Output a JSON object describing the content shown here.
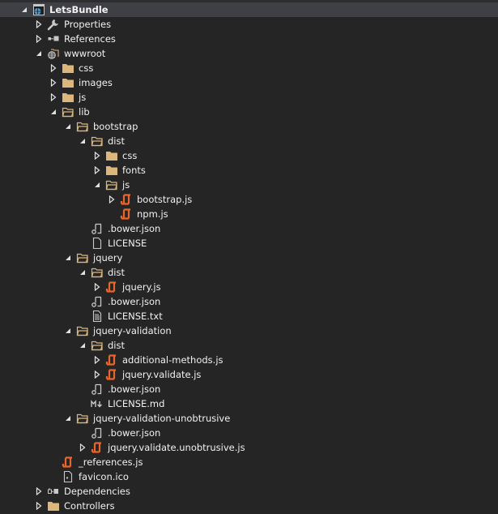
{
  "colors": {
    "background": "#252526",
    "selected_row": "#3f3f46",
    "text": "#f1f1f1",
    "folder": "#dcb67a",
    "js_file": "#e8652e",
    "project_globe": "#3ba3e3",
    "expander": "#e0e0e0",
    "file_outline": "#c8c8c8"
  },
  "tree": [
    {
      "label": "LetsBundle",
      "depth": 0,
      "expander": "expanded",
      "icon": "project-web-icon",
      "selected": true
    },
    {
      "label": "Properties",
      "depth": 1,
      "expander": "collapsed",
      "icon": "wrench-icon"
    },
    {
      "label": "References",
      "depth": 1,
      "expander": "collapsed",
      "icon": "references-icon"
    },
    {
      "label": "wwwroot",
      "depth": 1,
      "expander": "expanded",
      "icon": "web-folder-icon"
    },
    {
      "label": "css",
      "depth": 2,
      "expander": "collapsed",
      "icon": "folder-icon"
    },
    {
      "label": "images",
      "depth": 2,
      "expander": "collapsed",
      "icon": "folder-icon"
    },
    {
      "label": "js",
      "depth": 2,
      "expander": "collapsed",
      "icon": "folder-icon"
    },
    {
      "label": "lib",
      "depth": 2,
      "expander": "expanded",
      "icon": "folder-open-icon"
    },
    {
      "label": "bootstrap",
      "depth": 3,
      "expander": "expanded",
      "icon": "folder-open-icon"
    },
    {
      "label": "dist",
      "depth": 4,
      "expander": "expanded",
      "icon": "folder-open-icon"
    },
    {
      "label": "css",
      "depth": 5,
      "expander": "collapsed",
      "icon": "folder-icon"
    },
    {
      "label": "fonts",
      "depth": 5,
      "expander": "collapsed",
      "icon": "folder-icon"
    },
    {
      "label": "js",
      "depth": 5,
      "expander": "expanded",
      "icon": "folder-open-icon"
    },
    {
      "label": "bootstrap.js",
      "depth": 6,
      "expander": "collapsed",
      "icon": "js-file-icon"
    },
    {
      "label": "npm.js",
      "depth": 6,
      "expander": "none",
      "icon": "js-file-icon"
    },
    {
      "label": ".bower.json",
      "depth": 4,
      "expander": "none",
      "icon": "json-file-icon"
    },
    {
      "label": "LICENSE",
      "depth": 4,
      "expander": "none",
      "icon": "blank-file-icon"
    },
    {
      "label": "jquery",
      "depth": 3,
      "expander": "expanded",
      "icon": "folder-open-icon"
    },
    {
      "label": "dist",
      "depth": 4,
      "expander": "expanded",
      "icon": "folder-open-icon"
    },
    {
      "label": "jquery.js",
      "depth": 5,
      "expander": "collapsed",
      "icon": "js-file-icon"
    },
    {
      "label": ".bower.json",
      "depth": 4,
      "expander": "none",
      "icon": "json-file-icon"
    },
    {
      "label": "LICENSE.txt",
      "depth": 4,
      "expander": "none",
      "icon": "text-file-icon"
    },
    {
      "label": "jquery-validation",
      "depth": 3,
      "expander": "expanded",
      "icon": "folder-open-icon"
    },
    {
      "label": "dist",
      "depth": 4,
      "expander": "expanded",
      "icon": "folder-open-icon"
    },
    {
      "label": "additional-methods.js",
      "depth": 5,
      "expander": "collapsed",
      "icon": "js-file-icon"
    },
    {
      "label": "jquery.validate.js",
      "depth": 5,
      "expander": "collapsed",
      "icon": "js-file-icon"
    },
    {
      "label": ".bower.json",
      "depth": 4,
      "expander": "none",
      "icon": "json-file-icon"
    },
    {
      "label": "LICENSE.md",
      "depth": 4,
      "expander": "none",
      "icon": "markdown-file-icon"
    },
    {
      "label": "jquery-validation-unobtrusive",
      "depth": 3,
      "expander": "expanded",
      "icon": "folder-open-icon"
    },
    {
      "label": ".bower.json",
      "depth": 4,
      "expander": "none",
      "icon": "json-file-icon"
    },
    {
      "label": "jquery.validate.unobtrusive.js",
      "depth": 4,
      "expander": "collapsed",
      "icon": "js-file-icon"
    },
    {
      "label": "_references.js",
      "depth": 2,
      "expander": "none",
      "icon": "js-file-icon"
    },
    {
      "label": "favicon.ico",
      "depth": 2,
      "expander": "none",
      "icon": "image-file-icon"
    },
    {
      "label": "Dependencies",
      "depth": 1,
      "expander": "collapsed",
      "icon": "dependencies-icon"
    },
    {
      "label": "Controllers",
      "depth": 1,
      "expander": "collapsed",
      "icon": "folder-icon"
    }
  ]
}
